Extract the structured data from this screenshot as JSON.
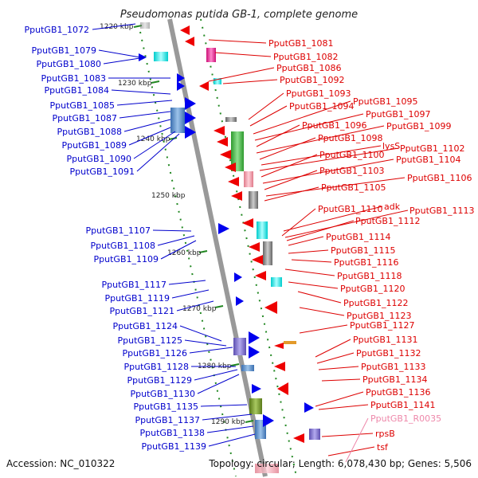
{
  "title": "Pseudomonas putida GB-1, complete genome",
  "accession": "Accession: NC_010322",
  "topology": "Topology: circular; Length: 6,078,430 bp; Genes: 5,506",
  "colors": {
    "forward_label": "#0000cc",
    "reverse_label": "#dd0000",
    "rna_label": "#ee88aa",
    "backbone": "#999999",
    "ticks": "#228822"
  },
  "kbp_ticks": [
    "1220 kbp",
    "1230 kbp",
    "1240 kbp",
    "1250 kbp",
    "1260 kbp",
    "1270 kbp",
    "1280 kbp",
    "1290 kbp"
  ],
  "left_labels": [
    "PputGB1_1072",
    "PputGB1_1079",
    "PputGB1_1080",
    "PputGB1_1083",
    "PputGB1_1084",
    "PputGB1_1085",
    "PputGB1_1087",
    "PputGB1_1088",
    "PputGB1_1089",
    "PputGB1_1090",
    "PputGB1_1091",
    "PputGB1_1107",
    "PputGB1_1108",
    "PputGB1_1109",
    "PputGB1_1117",
    "PputGB1_1119",
    "PputGB1_1121",
    "PputGB1_1124",
    "PputGB1_1125",
    "PputGB1_1126",
    "PputGB1_1128",
    "PputGB1_1129",
    "PputGB1_1130",
    "PputGB1_1135",
    "PputGB1_1137",
    "PputGB1_1138",
    "PputGB1_1139"
  ],
  "right_labels": [
    "PputGB1_1081",
    "PputGB1_1082",
    "PputGB1_1086",
    "PputGB1_1092",
    "PputGB1_1093",
    "PputGB1_1094",
    "PputGB1_1095",
    "PputGB1_1097",
    "PputGB1_1096",
    "PputGB1_1099",
    "PputGB1_1098",
    "lysS",
    "PputGB1_1102",
    "PputGB1_1100",
    "PputGB1_1104",
    "PputGB1_1103",
    "PputGB1_1106",
    "PputGB1_1105",
    "adk",
    "PputGB1_1110",
    "PputGB1_1113",
    "PputGB1_1112",
    "PputGB1_1114",
    "PputGB1_1115",
    "PputGB1_1116",
    "PputGB1_1118",
    "PputGB1_1120",
    "PputGB1_1122",
    "PputGB1_1123",
    "PputGB1_1127",
    "PputGB1_1131",
    "PputGB1_1132",
    "PputGB1_1133",
    "PputGB1_1134",
    "PputGB1_1136",
    "PputGB1_1141",
    "PputGB1_R0035",
    "rpsB",
    "tsf"
  ]
}
